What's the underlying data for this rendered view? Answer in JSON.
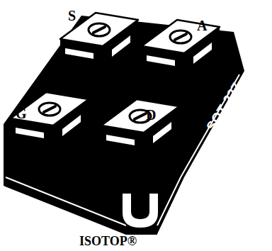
{
  "diagram": {
    "labels": [
      "S",
      "A",
      "G",
      "D",
      "SOT-227",
      "ISOTOP®"
    ]
  }
}
